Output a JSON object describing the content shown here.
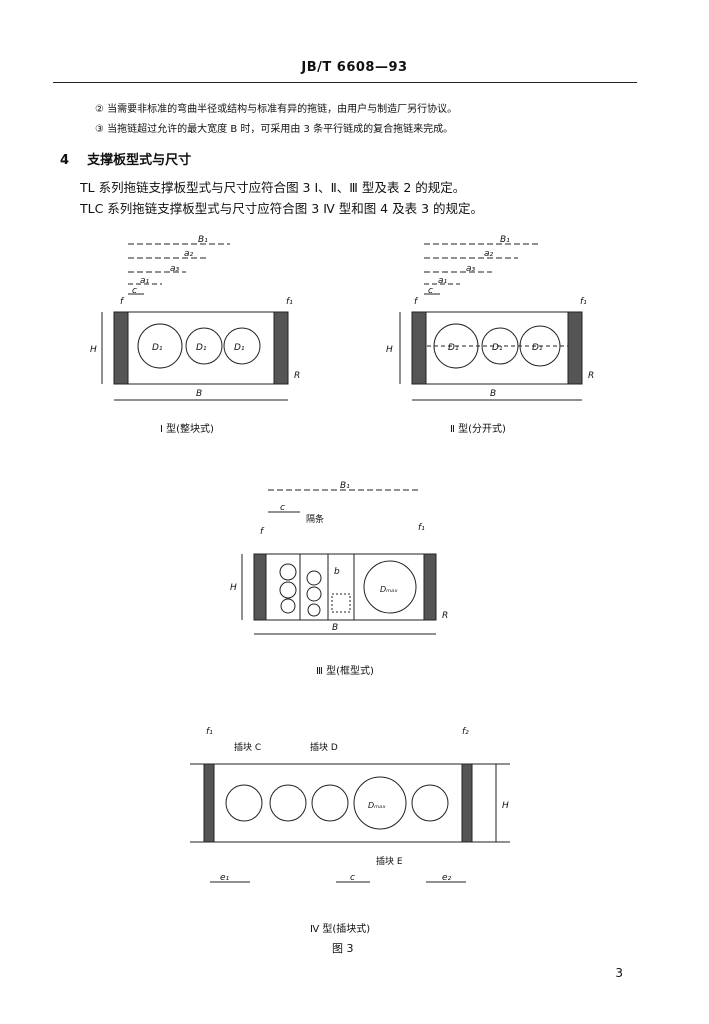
{
  "header": {
    "standard_no": "JB/T 6608—93"
  },
  "notes": [
    "② 当需要非标准的弯曲半径或结构与标准有异的拖链，由用户与制造厂另行协议。",
    "③ 当拖链超过允许的最大宽度 B 时，可采用由 3 条平行链成的复合拖链来完成。"
  ],
  "section": {
    "number": "4",
    "title": "支撑板型式与尺寸"
  },
  "paragraphs": [
    "TL 系列拖链支撑板型式与尺寸应符合图 3 Ⅰ、Ⅱ、Ⅲ 型及表 2 的规定。",
    "TLC 系列拖链支撑板型式与尺寸应符合图 3 Ⅳ 型和图 4 及表 3 的规定。"
  ],
  "figures": {
    "fig1": {
      "caption": "Ⅰ 型(整块式)",
      "labels": {
        "B1": "B₁",
        "a2": "a₂",
        "a1": "a₁",
        "a3": "a₃",
        "c": "c",
        "f": "f",
        "f1": "f₁",
        "H": "H",
        "B": "B",
        "R": "R",
        "D1": "D₁",
        "D2": "D₁",
        "D3": "D₁"
      }
    },
    "fig2": {
      "caption": "Ⅱ 型(分开式)",
      "labels": {
        "B1": "B₁",
        "a2": "a₂",
        "a1": "a₁",
        "a3": "a₃",
        "c": "c",
        "f": "f",
        "f1": "f₁",
        "H": "H",
        "B": "B",
        "R": "R",
        "D1": "D₁",
        "D2": "D₁",
        "D3": "D₁"
      }
    },
    "fig3": {
      "caption": "Ⅲ 型(框型式)",
      "labels": {
        "B1": "B₁",
        "c": "c",
        "f": "f",
        "f1": "f₁",
        "H": "H",
        "B": "B",
        "R": "R",
        "b": "b",
        "divider": "隔条",
        "Dmax": "Dₘₐₓ"
      }
    },
    "fig4": {
      "caption": "Ⅳ 型(插块式)",
      "labels": {
        "f1": "f₁",
        "f2": "f₂",
        "H": "H",
        "insertC": "插块 C",
        "insertD": "插块 D",
        "insertE": "插块 E",
        "e1": "e₁",
        "c": "c",
        "e2": "e₂",
        "Dmax": "Dₘₐₓ"
      }
    },
    "figure_caption": "图 3"
  },
  "page_number": "3"
}
